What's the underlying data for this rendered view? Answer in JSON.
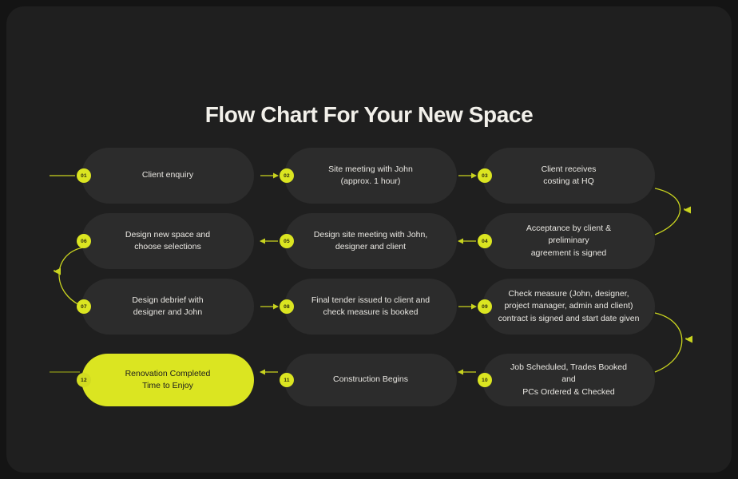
{
  "title": "Flow Chart For Your New Space",
  "colors": {
    "page_background": "#141414",
    "card_background": "#1f1f1f",
    "node_background": "#2c2c2c",
    "accent": "#dbe521",
    "connector": "#c9d41f",
    "text": "#e9e7e2",
    "accent_text": "#1d1d1d"
  },
  "chart_data": {
    "type": "diagram",
    "title": "Flow Chart For Your New Space",
    "layout": "serpentine-4-rows-by-3-columns",
    "nodes": [
      {
        "number": "01",
        "label": "Client enquiry",
        "row": 1,
        "col": 1,
        "highlight": false
      },
      {
        "number": "02",
        "label": "Site meeting with John\n(approx. 1 hour)",
        "row": 1,
        "col": 2,
        "highlight": false
      },
      {
        "number": "03",
        "label": "Client receives\ncosting at HQ",
        "row": 1,
        "col": 3,
        "highlight": false
      },
      {
        "number": "04",
        "label": "Acceptance by client & preliminary\nagreement is signed",
        "row": 2,
        "col": 3,
        "highlight": false
      },
      {
        "number": "05",
        "label": "Design site meeting with John,\ndesigner and client",
        "row": 2,
        "col": 2,
        "highlight": false
      },
      {
        "number": "06",
        "label": "Design new space and\nchoose selections",
        "row": 2,
        "col": 1,
        "highlight": false
      },
      {
        "number": "07",
        "label": "Design debrief with\ndesigner and John",
        "row": 3,
        "col": 1,
        "highlight": false
      },
      {
        "number": "08",
        "label": "Final tender issued to client and\ncheck measure is booked",
        "row": 3,
        "col": 2,
        "highlight": false
      },
      {
        "number": "09",
        "label": "Check measure (John, designer,\nproject manager, admin and client)\ncontract is signed and start date given",
        "row": 3,
        "col": 3,
        "highlight": false
      },
      {
        "number": "10",
        "label": "Job Scheduled, Trades Booked and\nPCs Ordered & Checked",
        "row": 4,
        "col": 3,
        "highlight": false
      },
      {
        "number": "11",
        "label": "Construction Begins",
        "row": 4,
        "col": 2,
        "highlight": false
      },
      {
        "number": "12",
        "label": "Renovation Completed\nTime to Enjoy",
        "row": 4,
        "col": 1,
        "highlight": true
      }
    ],
    "connections": [
      {
        "from": "01",
        "to": "02",
        "style": "straight-right"
      },
      {
        "from": "02",
        "to": "03",
        "style": "straight-right"
      },
      {
        "from": "03",
        "to": "04",
        "style": "curve-right-down"
      },
      {
        "from": "04",
        "to": "05",
        "style": "straight-left"
      },
      {
        "from": "05",
        "to": "06",
        "style": "straight-left"
      },
      {
        "from": "06",
        "to": "07",
        "style": "curve-left-down"
      },
      {
        "from": "07",
        "to": "08",
        "style": "straight-right"
      },
      {
        "from": "08",
        "to": "09",
        "style": "straight-right"
      },
      {
        "from": "09",
        "to": "10",
        "style": "curve-right-down"
      },
      {
        "from": "10",
        "to": "11",
        "style": "straight-left"
      },
      {
        "from": "11",
        "to": "12",
        "style": "straight-left"
      }
    ]
  }
}
